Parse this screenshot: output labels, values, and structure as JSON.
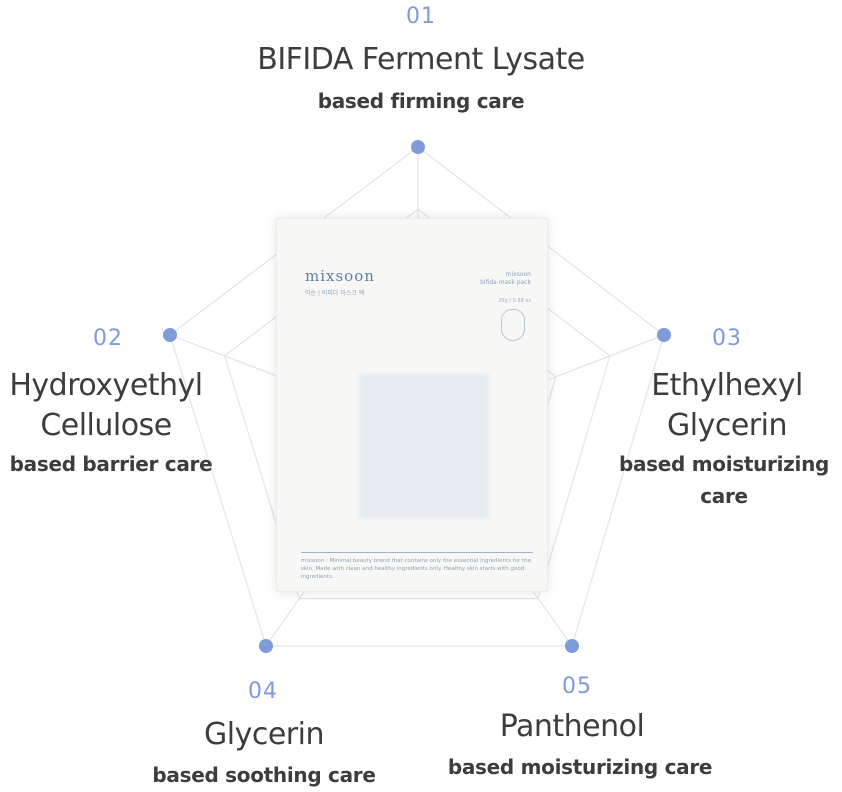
{
  "items": [
    {
      "num": "01",
      "title": "BIFIDA Ferment Lysate",
      "sub": "based firming care"
    },
    {
      "num": "02",
      "title_lines": [
        "Hydroxyethyl",
        "Cellulose"
      ],
      "sub": "based barrier care"
    },
    {
      "num": "03",
      "title_lines": [
        "Ethylhexyl",
        "Glycerin"
      ],
      "sub_lines": [
        "based moisturizing",
        "care"
      ]
    },
    {
      "num": "04",
      "title": "Glycerin",
      "sub": "based soothing care"
    },
    {
      "num": "05",
      "title": "Panthenol",
      "sub": "based moisturizing care"
    }
  ],
  "pack": {
    "brand": "mixsoon",
    "brand_sub": "믹순 | 비피다 마스크 팩",
    "product_lines": [
      "mixsoon",
      "bifida mask pack"
    ],
    "weight": "25g / 0.88 oz",
    "description": "mixsoon : Minimal beauty brand that contains only the essential ingredients for the skin. Made with clean and healthy ingredients only. Healthy skin starts with good ingredients."
  },
  "colors": {
    "accent": "#7f9bd8",
    "text": "#3d3d3d",
    "web_line": "#e2e4e8"
  }
}
